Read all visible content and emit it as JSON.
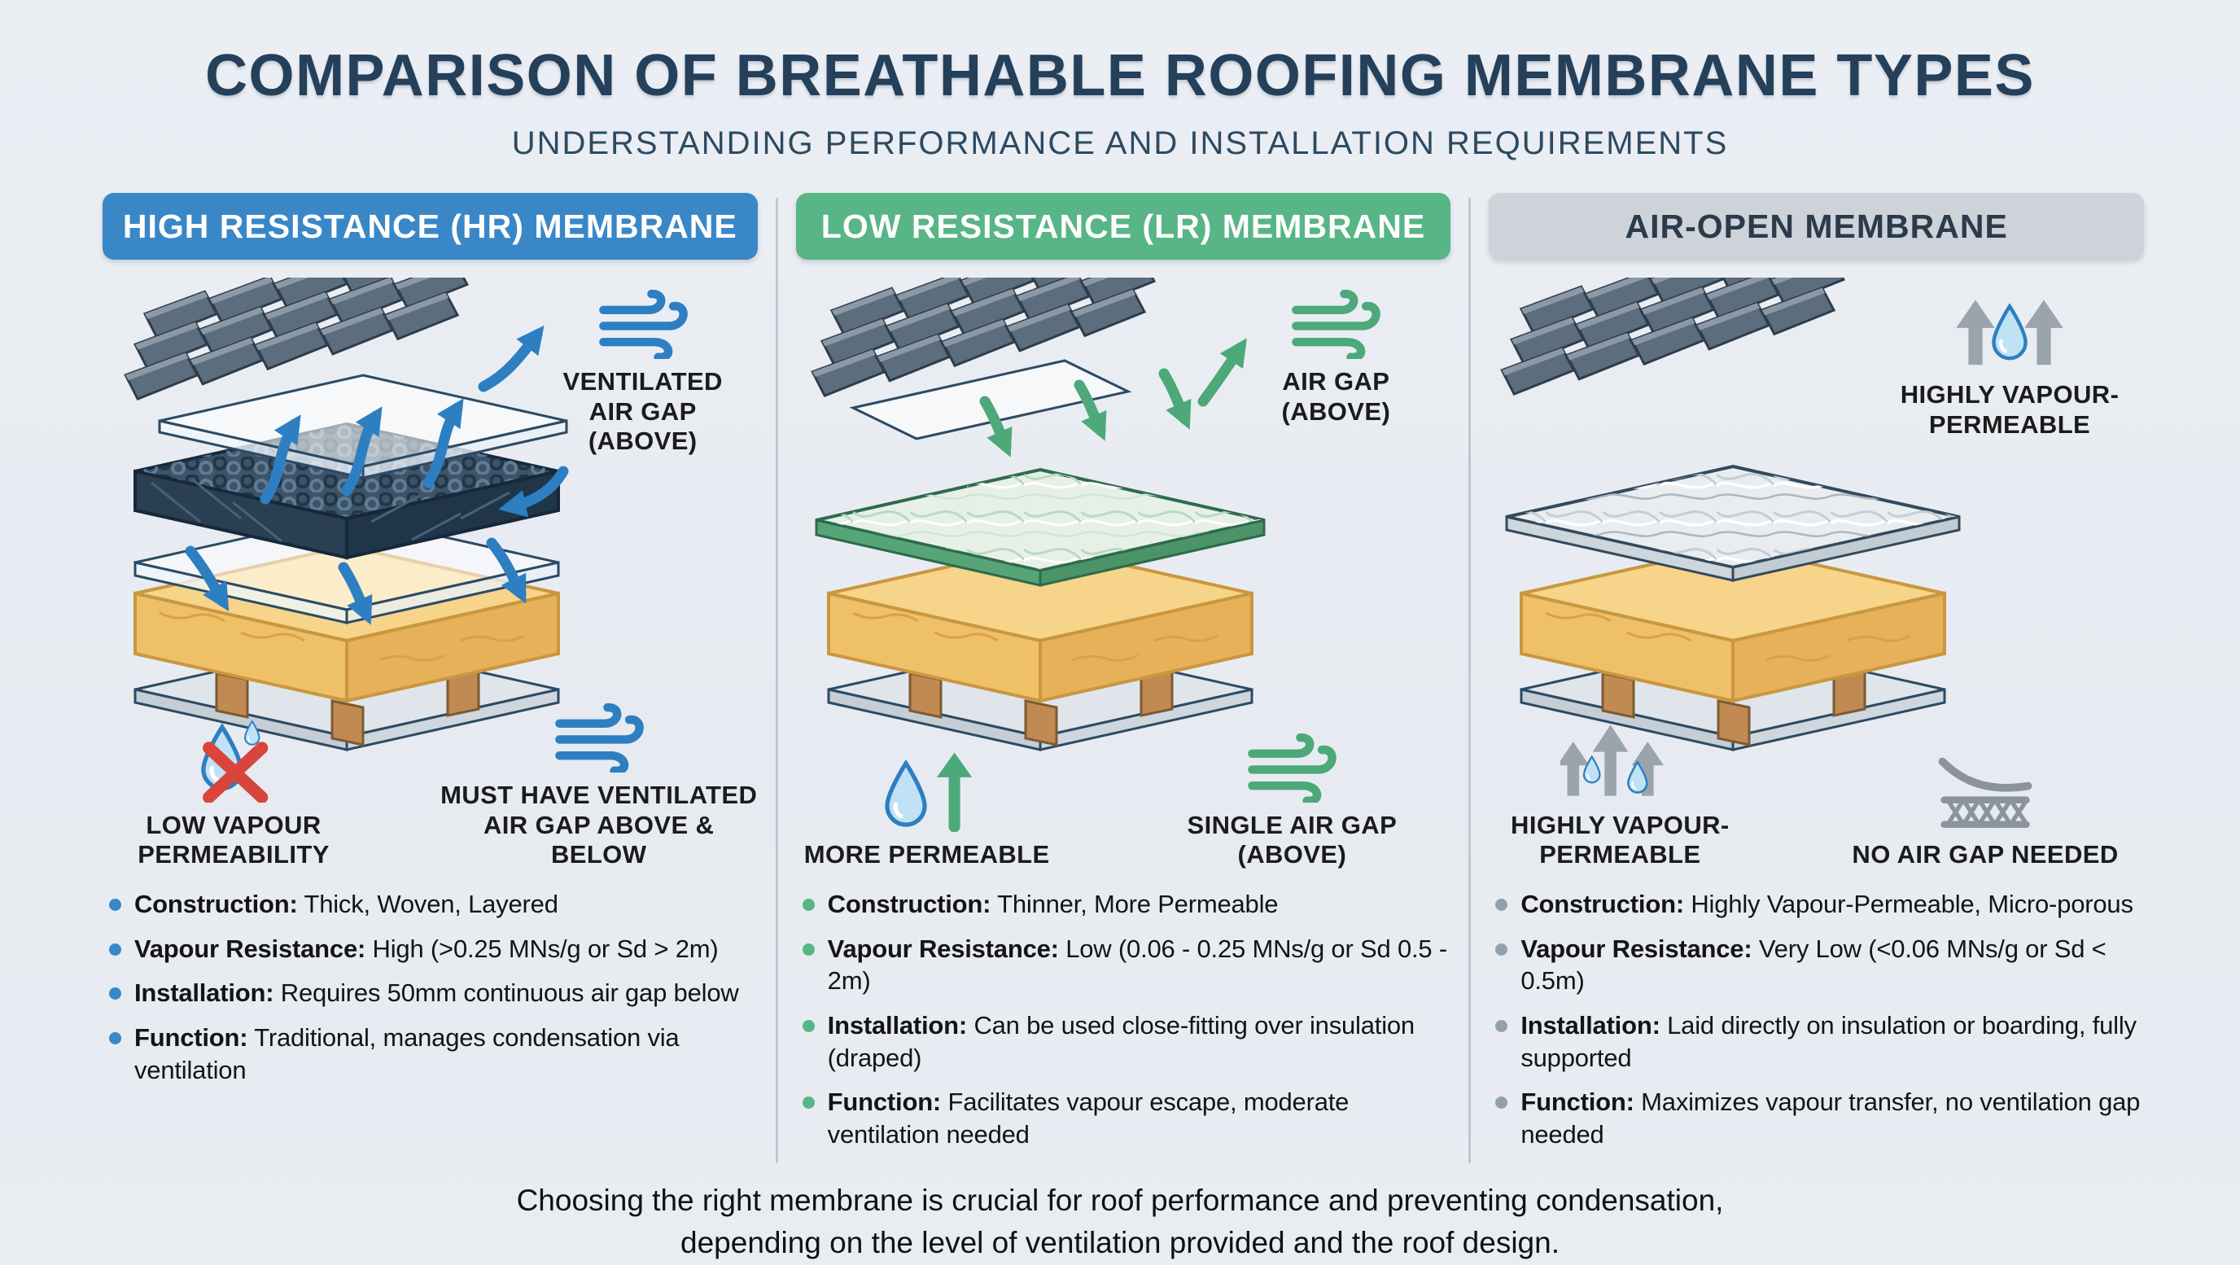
{
  "header": {
    "title": "COMPARISON OF BREATHABLE ROOFING MEMBRANE TYPES",
    "subtitle": "UNDERSTANDING PERFORMANCE AND INSTALLATION REQUIREMENTS"
  },
  "palette": {
    "background": "#e9edf2",
    "title_text": "#24405a",
    "hr_accent": "#3a87c8",
    "lr_accent": "#57b586",
    "air_open_header_bg": "#cdd3d9",
    "air_open_header_text": "#2b3b4c",
    "air_open_accent": "#93a1ad",
    "arrow_blue": "#2e7fc1",
    "arrow_green": "#4da87a",
    "arrow_gray": "#9aa4ad",
    "red_cross": "#d9453c",
    "droplet_blue_fill": "#bfe2f5",
    "droplet_blue_stroke": "#2e7fc1",
    "insulation_yellow": "#f6d48a",
    "tile_slate": "#5c6d7d",
    "divider_gray": "#bfc8d1"
  },
  "columns": [
    {
      "header": {
        "label": "HIGH RESISTANCE (HR) MEMBRANE",
        "bg": "#3a87c8",
        "text_color": "#ffffff"
      },
      "callouts": {
        "top": {
          "icon": "wind-icon",
          "label": "VENTILATED AIR GAP (ABOVE)"
        },
        "bottom_left": {
          "icon": "droplet-x-icon",
          "label": "LOW VAPOUR PERMEABILITY"
        },
        "bottom_right": {
          "icon": "wind-icon",
          "label": "MUST HAVE VENTILATED AIR GAP ABOVE & BELOW"
        }
      },
      "bullets": [
        {
          "label": "Construction:",
          "text": "Thick, Woven, Layered"
        },
        {
          "label": "Vapour Resistance:",
          "text": "High (>0.25 MNs/g or Sd > 2m)"
        },
        {
          "label": "Installation:",
          "text": "Requires 50mm continuous air gap below"
        },
        {
          "label": "Function:",
          "text": "Traditional, manages condensation via ventilation"
        }
      ]
    },
    {
      "header": {
        "label": "LOW RESISTANCE (LR) MEMBRANE",
        "bg": "#57b586",
        "text_color": "#ffffff"
      },
      "callouts": {
        "top": {
          "icon": "wind-icon",
          "label": "AIR GAP (ABOVE)"
        },
        "bottom_left": {
          "icon": "droplet-up-arrow-icon",
          "label": "MORE PERMEABLE"
        },
        "bottom_right": {
          "icon": "wind-icon",
          "label": "SINGLE AIR GAP (ABOVE)"
        }
      },
      "bullets": [
        {
          "label": "Construction:",
          "text": "Thinner, More Permeable"
        },
        {
          "label": "Vapour Resistance:",
          "text": "Low (0.06 - 0.25 MNs/g or Sd 0.5 - 2m)"
        },
        {
          "label": "Installation:",
          "text": "Can be used close-fitting over insulation (draped)"
        },
        {
          "label": "Function:",
          "text": "Facilitates vapour escape, moderate ventilation needed"
        }
      ]
    },
    {
      "header": {
        "label": "AIR-OPEN MEMBRANE",
        "bg": "#cdd3d9",
        "text_color": "#2b3b4c"
      },
      "callouts": {
        "top": {
          "icon": "vapour-arrows-icon",
          "label": "HIGHLY VAPOUR-PERMEABLE"
        },
        "bottom_left": {
          "icon": "vapour-droplets-arrows-icon",
          "label": "HIGHLY VAPOUR-PERMEABLE"
        },
        "bottom_right": {
          "icon": "membrane-contact-icon",
          "label": "NO AIR GAP NEEDED"
        }
      },
      "bullets": [
        {
          "label": "Construction:",
          "text": "Highly Vapour-Permeable, Micro-porous"
        },
        {
          "label": "Vapour Resistance:",
          "text": "Very Low (<0.06 MNs/g or Sd < 0.5m)"
        },
        {
          "label": "Installation:",
          "text": "Laid directly on insulation or boarding, fully supported"
        },
        {
          "label": "Function:",
          "text": "Maximizes vapour transfer, no ventilation gap needed"
        }
      ]
    }
  ],
  "footer": {
    "line1": "Choosing the right membrane is crucial for roof performance and preventing condensation,",
    "line2": "depending on the level of ventilation provided and the roof design."
  }
}
